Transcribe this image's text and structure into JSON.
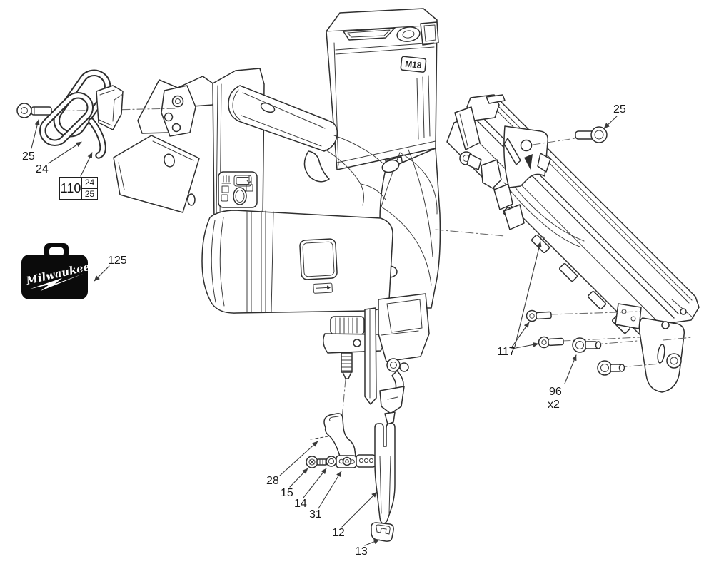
{
  "diagram": {
    "brand_logo": "Milwaukee",
    "battery_badge": "M18",
    "callout_box": {
      "main": "110",
      "sub_top": "24",
      "sub_bottom": "25"
    },
    "labels": [
      {
        "id": "25-left",
        "text": "25"
      },
      {
        "id": "24",
        "text": "24"
      },
      {
        "id": "125",
        "text": "125"
      },
      {
        "id": "25-right",
        "text": "25"
      },
      {
        "id": "117",
        "text": "117"
      },
      {
        "id": "96",
        "text": "96"
      },
      {
        "id": "96-qty",
        "text": "x2"
      },
      {
        "id": "28",
        "text": "28"
      },
      {
        "id": "15",
        "text": "15"
      },
      {
        "id": "14",
        "text": "14"
      },
      {
        "id": "31",
        "text": "31"
      },
      {
        "id": "12",
        "text": "12"
      },
      {
        "id": "13",
        "text": "13"
      }
    ],
    "colors": {
      "line": "#2e2e2e",
      "centerline": "#6f6f6f",
      "background": "#ffffff",
      "case_fill": "#0b0b0b",
      "case_text": "#ffffff"
    }
  }
}
